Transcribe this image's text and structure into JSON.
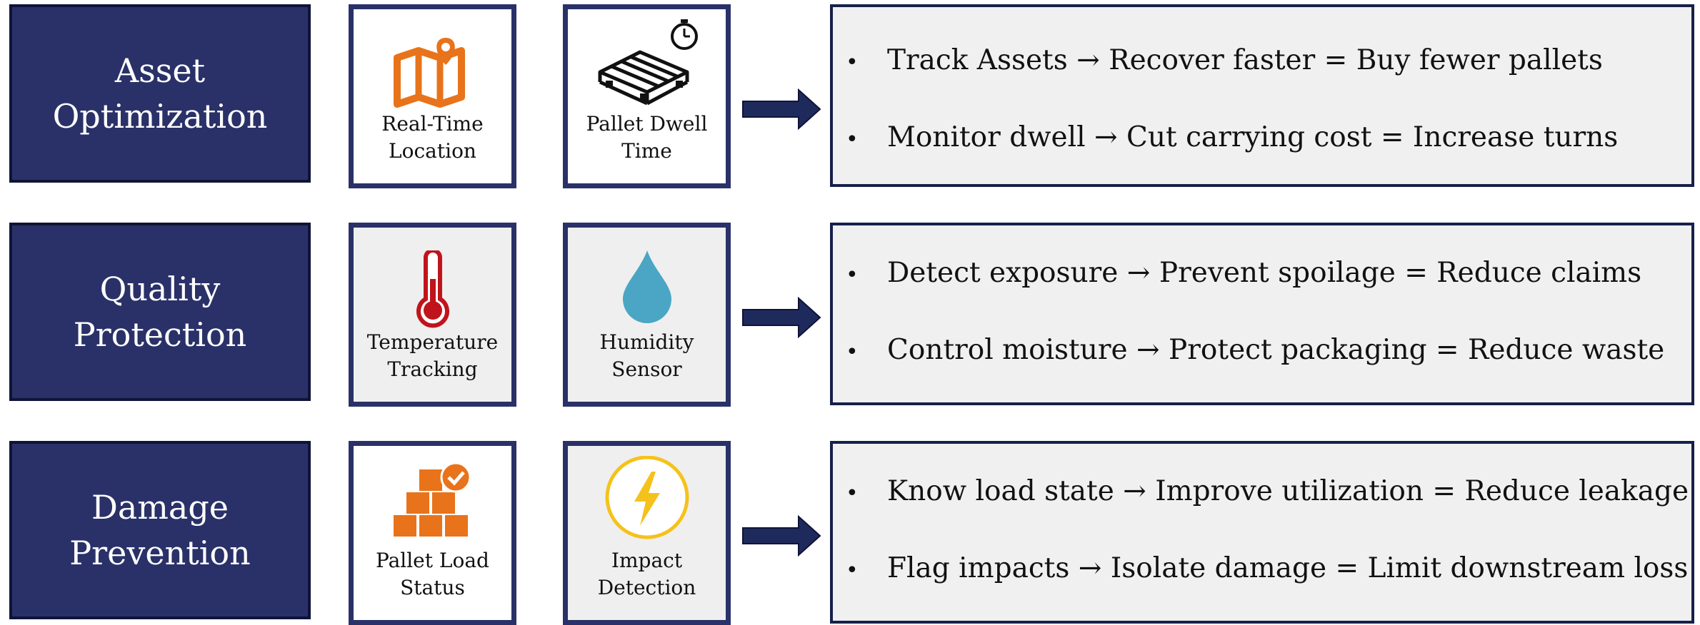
{
  "rows": [
    {
      "category": "Asset\nOptimization",
      "tiles": [
        {
          "icon": "map-pin-icon",
          "label": "Real-Time\nLocation"
        },
        {
          "icon": "pallet-timer-icon",
          "label": "Pallet Dwell\nTime"
        }
      ],
      "bullets": [
        "Track Assets → Recover faster = Buy fewer pallets",
        "Monitor dwell → Cut carrying cost = Increase turns"
      ]
    },
    {
      "category": "Quality\nProtection",
      "tiles": [
        {
          "icon": "thermometer-icon",
          "label": "Temperature\nTracking"
        },
        {
          "icon": "water-drop-icon",
          "label": "Humidity\nSensor"
        }
      ],
      "bullets": [
        "Detect exposure → Prevent spoilage = Reduce claims",
        "Control moisture → Protect packaging = Reduce waste"
      ]
    },
    {
      "category": "Damage\nPrevention",
      "tiles": [
        {
          "icon": "stacked-boxes-check-icon",
          "label": "Pallet Load\nStatus"
        },
        {
          "icon": "lightning-bolt-icon",
          "label": "Impact\nDetection"
        }
      ],
      "bullets": [
        "Know load state → Improve utilization = Reduce leakage",
        "Flag impacts → Isolate damage = Limit downstream loss"
      ]
    }
  ],
  "colors": {
    "category_fill": "#2a3168",
    "tile_border": "#2a3168",
    "arrow": "#1f2a5c",
    "icon_orange": "#e8731a",
    "thermometer_red": "#c0141c",
    "drop_blue": "#4aa6c4",
    "impact_yellow": "#f5c21b"
  },
  "bullet_symbol": "•"
}
